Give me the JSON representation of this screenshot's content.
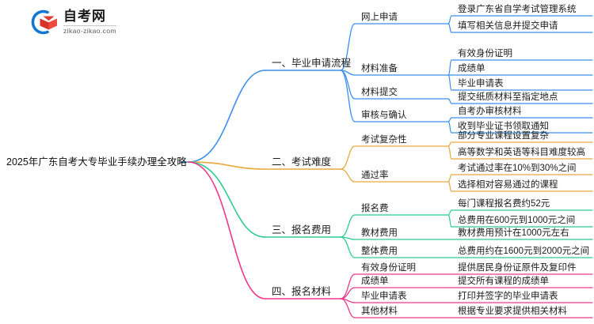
{
  "logo": {
    "name_cn": "自考网",
    "name_en": "zikao-zikao.com",
    "icon_arc": "logo-arc-icon",
    "icon_cap": "graduation-cap-icon",
    "arc_color": "#1677d2",
    "cap_color": "#e0392e"
  },
  "mindmap": {
    "root": {
      "label": "2025年广东自考大专毕业手续办理全攻略"
    },
    "colors": {
      "branch1": "#3b8fed",
      "branch2": "#e8a93d",
      "branch3": "#2ecc8f",
      "branch4": "#ed3a8c"
    },
    "branches": [
      {
        "label": "一、毕业申请流程",
        "color": "#3b8fed",
        "children": [
          {
            "label": "网上申请",
            "leaves": [
              {
                "label": "登录广东省自学考试管理系统"
              },
              {
                "label": "填写相关信息并提交申请"
              }
            ]
          },
          {
            "label": "材料准备",
            "leaves": [
              {
                "label": "有效身份证明"
              },
              {
                "label": "成绩单"
              },
              {
                "label": "毕业申请表"
              }
            ]
          },
          {
            "label": "材料提交",
            "leaves": [
              {
                "label": "提交纸质材料至指定地点"
              }
            ]
          },
          {
            "label": "审核与确认",
            "leaves": [
              {
                "label": "自考办审核材料"
              },
              {
                "label": "收到毕业证书领取通知"
              }
            ]
          }
        ]
      },
      {
        "label": "二、考试难度",
        "color": "#e8a93d",
        "children": [
          {
            "label": "考试复杂性",
            "leaves": [
              {
                "label": "部分专业课程设置复杂"
              },
              {
                "label": "高等数学和英语等科目难度较高"
              }
            ]
          },
          {
            "label": "通过率",
            "leaves": [
              {
                "label": "考试通过率在10%到30%之间"
              },
              {
                "label": "选择相对容易通过的课程"
              }
            ]
          }
        ]
      },
      {
        "label": "三、报名费用",
        "color": "#2ecc8f",
        "children": [
          {
            "label": "报名费",
            "leaves": [
              {
                "label": "每门课程报名费约52元"
              },
              {
                "label": "总费用在600元到1000元之间"
              }
            ]
          },
          {
            "label": "教材费用",
            "leaves": [
              {
                "label": "教材费用预计在1000元左右"
              }
            ]
          },
          {
            "label": "整体费用",
            "leaves": [
              {
                "label": "总费用约在1600元到2000元之间"
              }
            ]
          }
        ]
      },
      {
        "label": "四、报名材料",
        "color": "#ed3a8c",
        "children": [
          {
            "label": "有效身份证明",
            "leaves": [
              {
                "label": "提供居民身份证原件及复印件"
              }
            ]
          },
          {
            "label": "成绩单",
            "leaves": [
              {
                "label": "提交所有课程的成绩单"
              }
            ]
          },
          {
            "label": "毕业申请表",
            "leaves": [
              {
                "label": "打印并签字的毕业申请表"
              }
            ]
          },
          {
            "label": "其他材料",
            "leaves": [
              {
                "label": "根据专业要求提供相关材料"
              }
            ]
          }
        ]
      }
    ]
  }
}
